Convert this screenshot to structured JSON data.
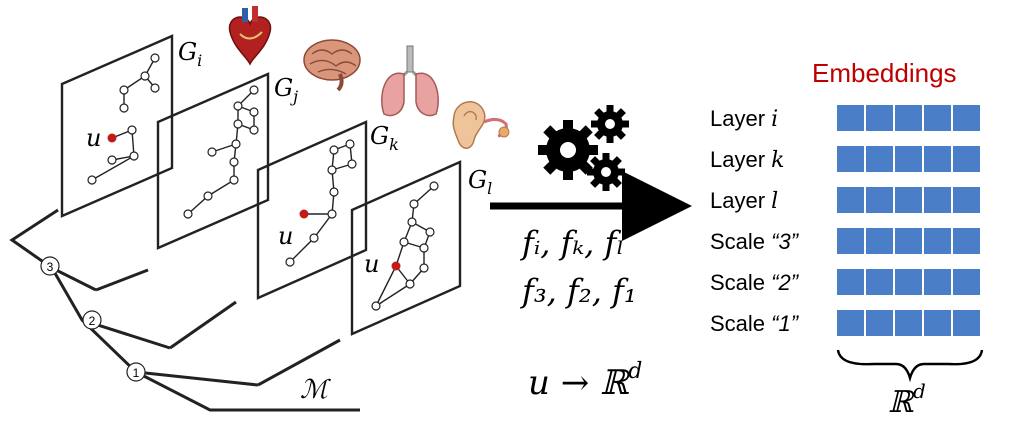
{
  "graphs": [
    {
      "id": "gi",
      "label_base": "G",
      "label_sub": "i",
      "icon": "heart-icon"
    },
    {
      "id": "gj",
      "label_base": "G",
      "label_sub": "j",
      "icon": "brain-icon"
    },
    {
      "id": "gk",
      "label_base": "G",
      "label_sub": "k",
      "icon": "lungs-icon"
    },
    {
      "id": "gl",
      "label_base": "G",
      "label_sub": "l",
      "icon": "ear-icon"
    }
  ],
  "node_label": "u",
  "tree": {
    "levels": [
      "3",
      "2",
      "1"
    ],
    "manifold_label": "ℳ"
  },
  "process": {
    "icon": "gears-icon",
    "functions_row1": "fᵢ, fₖ, fₗ",
    "functions_row2": "f₃, f₂, f₁",
    "mapping": "u → ℝ",
    "mapping_sup": "d"
  },
  "embeddings": {
    "title": "Embeddings",
    "title_color": "#c00000",
    "cell_color": "#4a7fc8",
    "cells_per_row": 5,
    "rows": [
      {
        "prefix": "Layer ",
        "var": "i"
      },
      {
        "prefix": "Layer ",
        "var": "k"
      },
      {
        "prefix": "Layer ",
        "var": "l"
      },
      {
        "prefix": "Scale “3”",
        "var": ""
      },
      {
        "prefix": "Scale “2”",
        "var": ""
      },
      {
        "prefix": "Scale “1”",
        "var": ""
      }
    ],
    "dimension_label": "ℝ",
    "dimension_sup": "d"
  }
}
